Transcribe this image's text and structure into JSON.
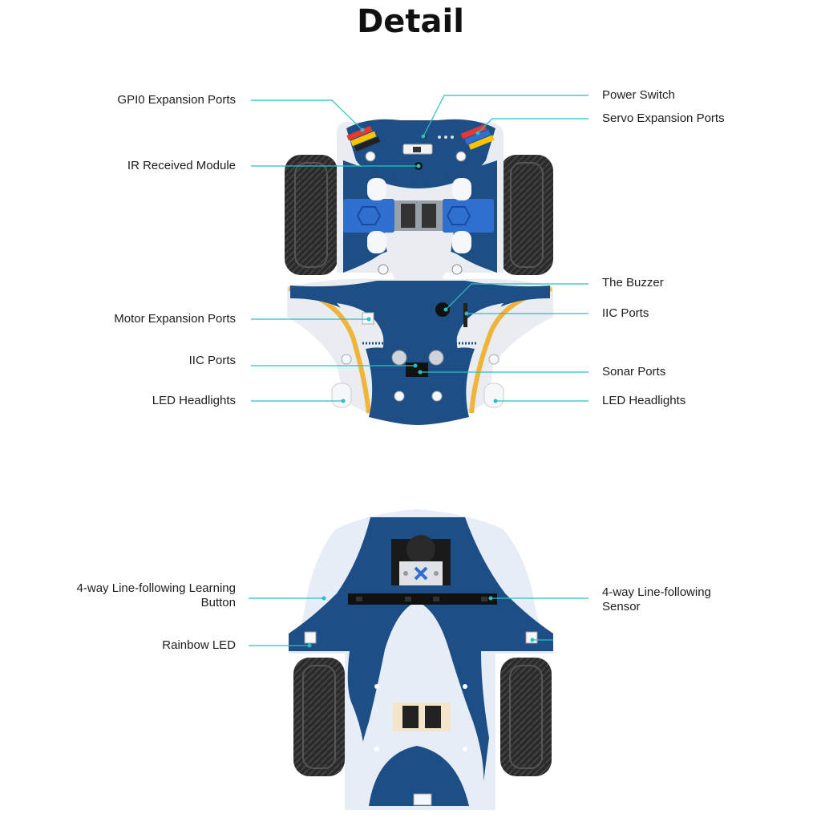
{
  "title": "Detail",
  "top_view": {
    "left_labels": [
      "GPI0 Expansion Ports",
      "IR Received Module",
      "Motor Expansion Ports",
      "IIC Ports",
      "LED Headlights"
    ],
    "right_labels": [
      "Power Switch",
      "Servo Expansion Ports",
      "The Buzzer",
      "IIC Ports",
      "Sonar Ports",
      "LED Headlights"
    ]
  },
  "bottom_view": {
    "left_labels": [
      "4-way Line-following Learning Button",
      "Rainbow LED"
    ],
    "right_labels": [
      "4-way Line-following Sensor"
    ]
  },
  "colors": {
    "leader_line": "#2bbfc0",
    "board_blue": "#1d4f86",
    "shell_white": "#e9edf2",
    "motor_blue": "#2f6fd0",
    "accent_yellow": "#f0b43a",
    "tire": "#2a2a2a"
  }
}
